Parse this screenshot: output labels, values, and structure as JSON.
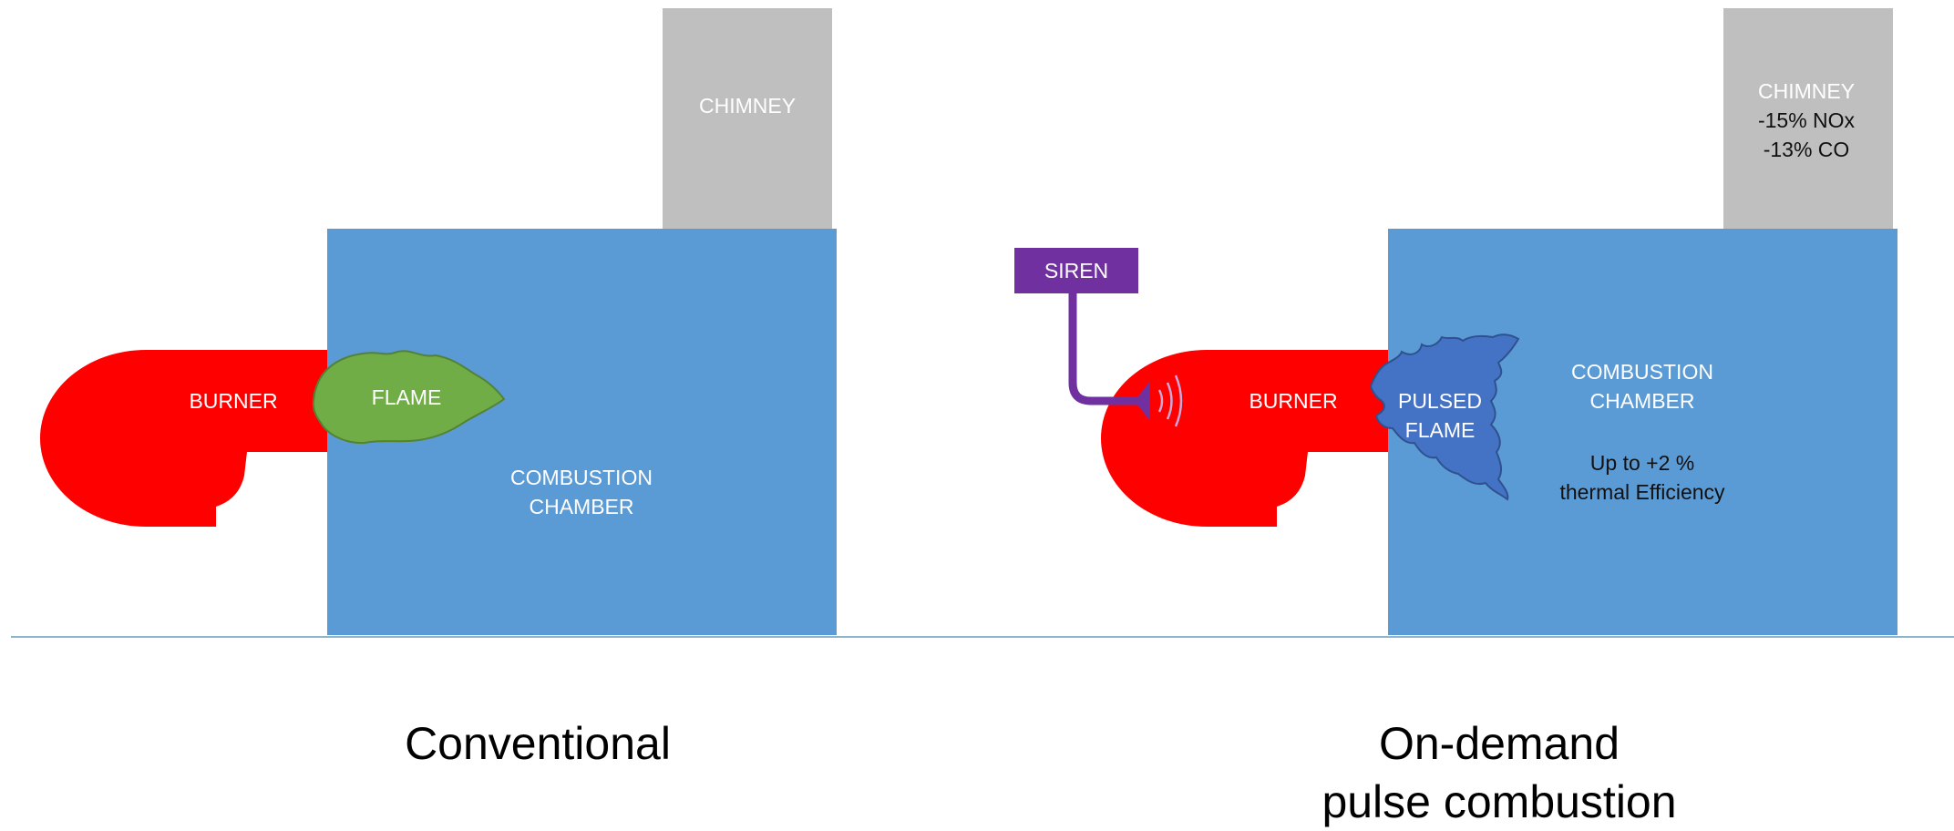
{
  "colors": {
    "chamber": "#5b9bd5",
    "chimney": "#bfbfbf",
    "burner": "#ff0000",
    "flame": "#70ad47",
    "pulsed_flame": "#4472c4",
    "siren": "#7030a0",
    "ground_line": "#8fb5cc"
  },
  "conventional": {
    "chimney_label": "CHIMNEY",
    "burner_label": "BURNER",
    "flame_label": "FLAME",
    "chamber_line1": "COMBUSTION",
    "chamber_line2": "CHAMBER",
    "caption": "Conventional"
  },
  "pulse": {
    "chimney_line1": "CHIMNEY",
    "chimney_line2": "-15% NOx",
    "chimney_line3": "-13% CO",
    "siren_label": "SIREN",
    "burner_label": "BURNER",
    "flame_line1": "PULSED",
    "flame_line2": "FLAME",
    "chamber_line1": "COMBUSTION",
    "chamber_line2": "CHAMBER",
    "efficiency_line1": "Up to +2 %",
    "efficiency_line2": "thermal Efficiency",
    "caption_line1": "On-demand",
    "caption_line2": "pulse combustion"
  }
}
